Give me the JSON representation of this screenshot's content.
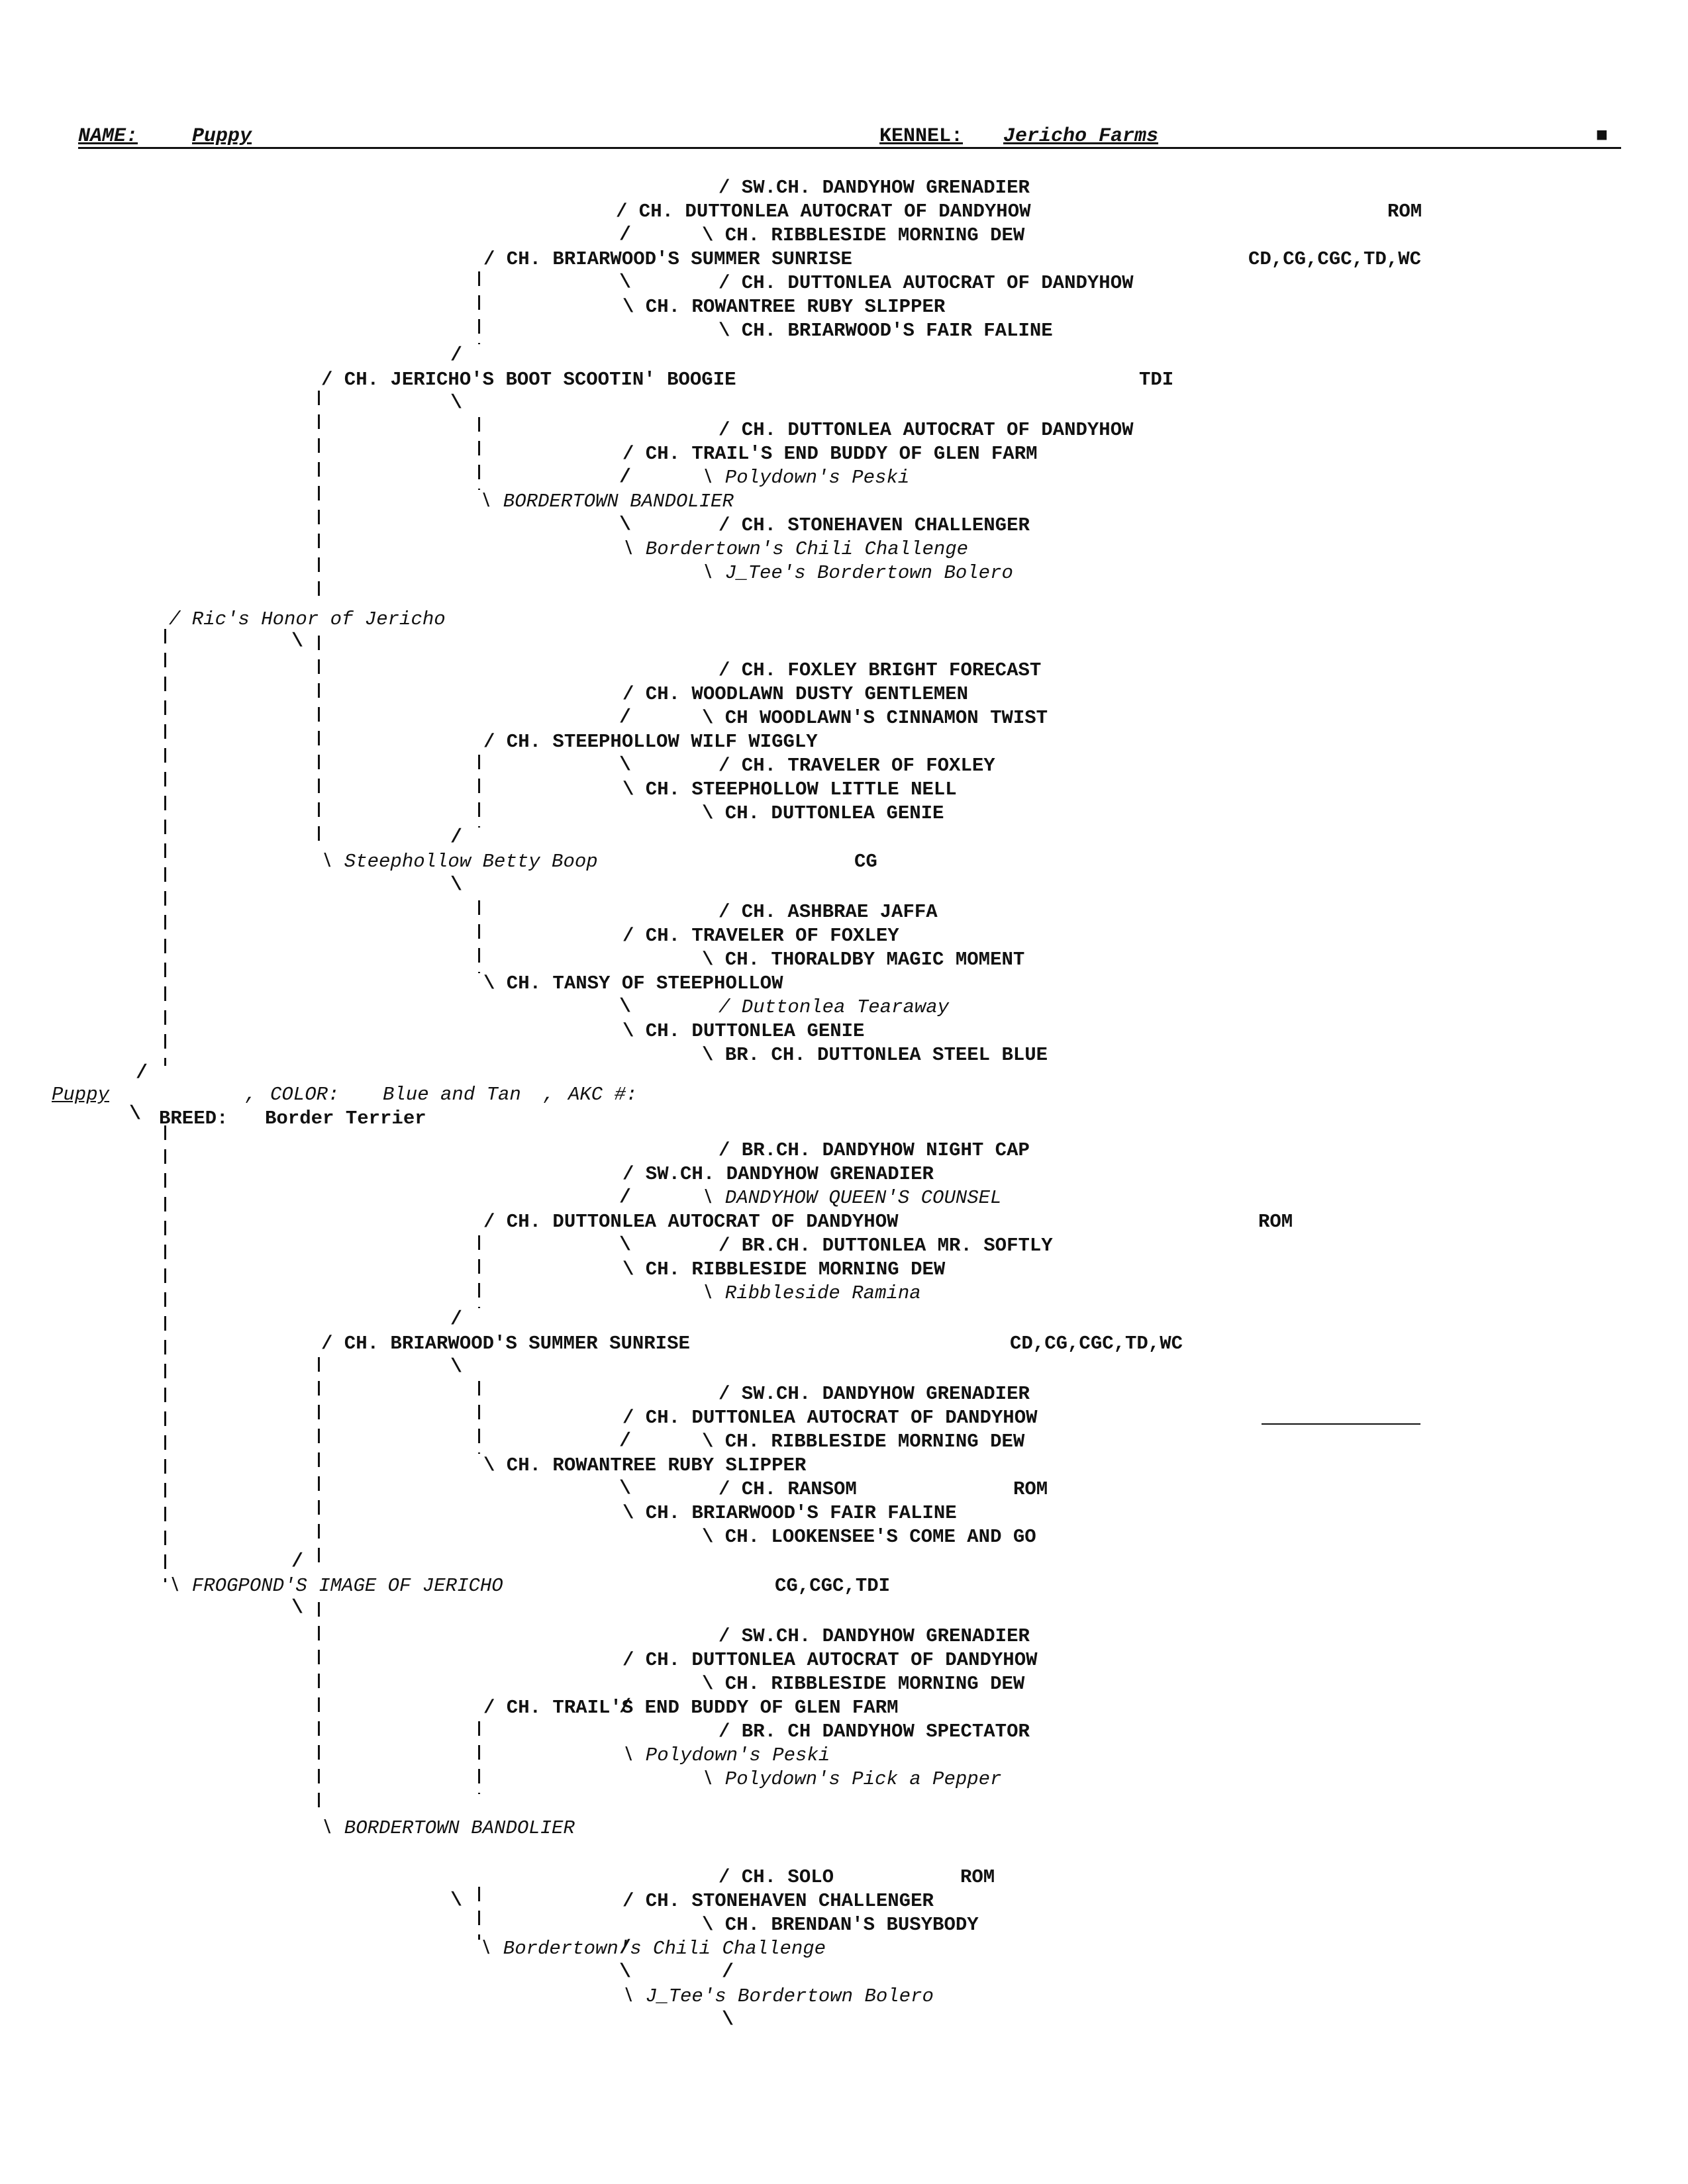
{
  "header": {
    "name_label": "NAME:",
    "name_value": "Puppy",
    "kennel_label": "KENNEL:",
    "kennel_value": "Jericho Farms",
    "mark": "■"
  },
  "subject": {
    "name": "Puppy",
    "color_label": "COLOR:",
    "color_value": "Blue and Tan",
    "akc_label": "AKC #:",
    "breed_label": "BREED:",
    "breed_value": "Border Terrier"
  },
  "entries": [
    "/ SW.CH. DANDYHOW GRENADIER",
    "/ CH. DUTTONLEA AUTOCRAT OF DANDYHOW",
    "ROM",
    "\\ CH. RIBBLESIDE MORNING DEW",
    "/ CH. BRIARWOOD'S SUMMER SUNRISE",
    "CD,CG,CGC,TD,WC",
    "/ CH. DUTTONLEA AUTOCRAT OF DANDYHOW",
    "\\ CH. ROWANTREE RUBY SLIPPER",
    "\\ CH. BRIARWOOD'S FAIR FALINE",
    "/ CH. JERICHO'S BOOT SCOOTIN' BOOGIE",
    "TDI",
    "/ CH. DUTTONLEA AUTOCRAT OF DANDYHOW",
    "/ CH. TRAIL'S END BUDDY OF GLEN FARM",
    "\\ Polydown's Peski",
    "\\ BORDERTOWN BANDOLIER",
    "/ CH. STONEHAVEN CHALLENGER",
    "\\ Bordertown's Chili Challenge",
    "\\ J_Tee's Bordertown Bolero",
    "/ Ric's Honor of Jericho",
    "/ CH. FOXLEY BRIGHT FORECAST",
    "/ CH. WOODLAWN DUSTY GENTLEMEN",
    "\\ CH WOODLAWN'S CINNAMON TWIST",
    "/ CH. STEEPHOLLOW WILF WIGGLY",
    "/ CH. TRAVELER OF FOXLEY",
    "\\ CH. STEEPHOLLOW LITTLE NELL",
    "\\ CH. DUTTONLEA GENIE",
    "\\ Steephollow Betty Boop",
    "CG",
    "/ CH. ASHBRAE JAFFA",
    "/ CH. TRAVELER OF FOXLEY",
    "\\ CH. THORALDBY MAGIC MOMENT",
    "\\ CH. TANSY OF STEEPHOLLOW",
    "/ Duttonlea Tearaway",
    "\\ CH. DUTTONLEA GENIE",
    "\\ BR. CH. DUTTONLEA STEEL BLUE",
    "/ BR.CH. DANDYHOW NIGHT CAP",
    "/ SW.CH. DANDYHOW GRENADIER",
    "\\ DANDYHOW QUEEN'S COUNSEL",
    "/ CH. DUTTONLEA AUTOCRAT OF DANDYHOW",
    "ROM",
    "/ BR.CH. DUTTONLEA MR. SOFTLY",
    "\\ CH. RIBBLESIDE MORNING DEW",
    "\\ Ribbleside Ramina",
    "/ CH. BRIARWOOD'S SUMMER SUNRISE",
    "CD,CG,CGC,TD,WC",
    "/ SW.CH. DANDYHOW GRENADIER",
    "/ CH. DUTTONLEA AUTOCRAT OF DANDYHOW",
    "\\ CH. RIBBLESIDE MORNING DEW",
    "\\ CH. ROWANTREE RUBY SLIPPER",
    "/ CH. RANSOM",
    "ROM",
    "\\ CH. BRIARWOOD'S FAIR FALINE",
    "\\ CH. LOOKENSEE'S COME AND GO",
    "\\ FROGPOND'S IMAGE OF JERICHO",
    "CG,CGC,TDI",
    "/ SW.CH. DANDYHOW GRENADIER",
    "/ CH. DUTTONLEA AUTOCRAT OF DANDYHOW",
    "\\ CH. RIBBLESIDE MORNING DEW",
    "/ CH. TRAIL'S END BUDDY OF GLEN FARM",
    "/ BR. CH DANDYHOW SPECTATOR",
    "\\ Polydown's Peski",
    "\\ Polydown's Pick a Pepper",
    "\\ BORDERTOWN BANDOLIER",
    "/ CH. SOLO",
    "ROM",
    "/ CH. STONEHAVEN CHALLENGER",
    "\\ CH. BRENDAN'S BUSYBODY",
    "\\ Bordertown's Chili Challenge",
    "\\ J_Tee's Bordertown Bolero"
  ]
}
